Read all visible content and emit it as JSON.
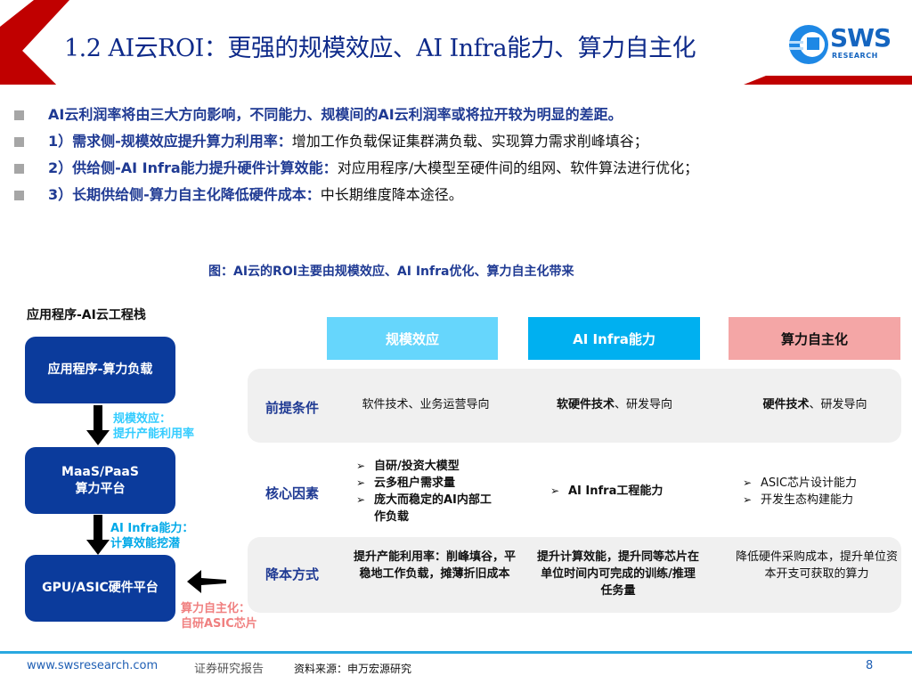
{
  "header": {
    "title": "1.2 AI云ROI：更强的规模效应、AI Infra能力、算力自主化",
    "logo_text": "SWS",
    "logo_sub": "RESEARCH",
    "accent_color": "#c00000"
  },
  "bullets": [
    {
      "bold": "AI云利润率将由三大方向影响，不同能力、规模间的AI云利润率或将拉开较为明显的差距。",
      "normal": ""
    },
    {
      "bold": "1）需求侧-规模效应提升算力利用率：",
      "normal": "增加工作负载保证集群满负载、实现算力需求削峰填谷；"
    },
    {
      "bold": "2）供给侧-AI Infra能力提升硬件计算效能：",
      "normal": "对应用程序/大模型至硬件间的组网、软件算法进行优化；"
    },
    {
      "bold": "3）长期供给侧-算力自主化降低硬件成本：",
      "normal": "中长期维度降本途径。"
    }
  ],
  "figure": {
    "caption": "图：AI云的ROI主要由规模效应、AI Infra优化、算力自主化带来",
    "stack": {
      "title": "应用程序-AI云工程栈",
      "boxes": [
        {
          "line1": "应用程序-算力负载",
          "line2": ""
        },
        {
          "line1": "MaaS/PaaS",
          "line2": "算力平台"
        },
        {
          "line1": "GPU/ASIC硬件平台",
          "line2": ""
        }
      ],
      "annotations": [
        {
          "line1": "规模效应：",
          "line2": "提升产能利用率"
        },
        {
          "line1": "AI Infra能力：",
          "line2": "计算效能挖潜"
        },
        {
          "line1": "算力自主化：",
          "line2": "自研ASIC芯片"
        }
      ]
    },
    "columns": [
      {
        "label": "规模效应",
        "color": "#66d6fc",
        "text_color": "#ffffff"
      },
      {
        "label": "AI Infra能力",
        "color": "#00b0f0",
        "text_color": "#ffffff"
      },
      {
        "label": "算力自主化",
        "color": "#f4a6a6",
        "text_color": "#111111"
      }
    ],
    "rows": [
      {
        "label": "前提条件",
        "cells": [
          {
            "bold": "",
            "normal": "软件技术、业务运营导向"
          },
          {
            "bold": "软硬件技术",
            "normal": "、研发导向"
          },
          {
            "bold": "硬件技术",
            "normal": "、研发导向"
          }
        ]
      },
      {
        "label": "核心因素",
        "cells": [
          {
            "items": [
              "自研/投资大模型",
              "云多租户需求量",
              "庞大而稳定的AI内部工作负载"
            ]
          },
          {
            "items": [
              "AI Infra工程能力"
            ]
          },
          {
            "items": [
              "ASIC芯片设计能力",
              "开发生态构建能力"
            ]
          }
        ]
      },
      {
        "label": "降本方式",
        "cells": [
          {
            "text": "提升产能利用率：削峰填谷，平稳地工作负载，摊薄折旧成本"
          },
          {
            "text": "提升计算效能，提升同等芯片在单位时间内可完成的训练/推理任务量"
          },
          {
            "text": "降低硬件采购成本，提升单位资本开支可获取的算力"
          }
        ]
      }
    ]
  },
  "footer": {
    "website": "www.swsresearch.com",
    "doc_type": "证券研究报告",
    "source": "资料来源：申万宏源研究",
    "page": "8"
  }
}
